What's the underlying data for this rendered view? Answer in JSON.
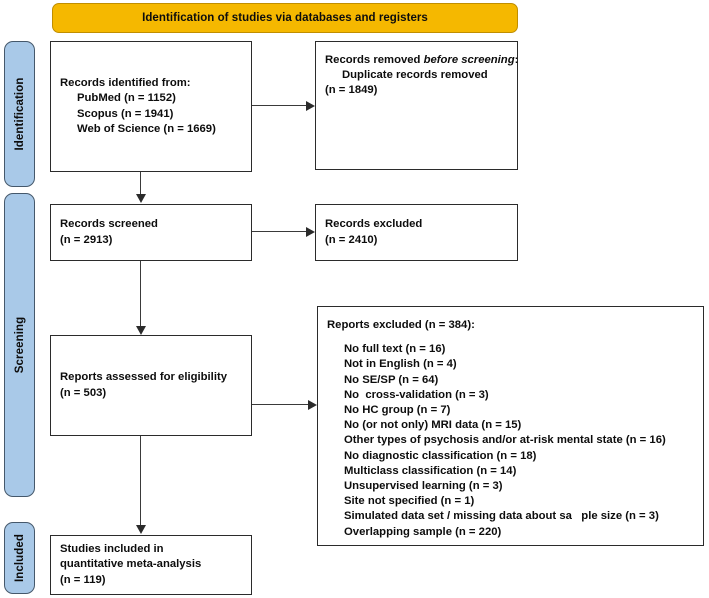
{
  "banner": {
    "title": "Identification of studies via databases and registers"
  },
  "stages": [
    {
      "id": "identification",
      "label": "Identification"
    },
    {
      "id": "screening",
      "label": "Screening"
    },
    {
      "id": "included",
      "label": "Included"
    }
  ],
  "boxes": {
    "records_identified": {
      "heading": "Records identified from:",
      "sources": [
        "PubMed (n = 1152)",
        "Scopus (n = 1941)",
        "Web of Science (n = 1669)"
      ]
    },
    "records_removed": {
      "heading_part1": "Records removed ",
      "heading_italic": "before screening",
      "heading_part2": ":",
      "line_plain": "Records removed ",
      "detail": "Duplicate records removed",
      "count": "(n = 1849)"
    },
    "records_screened": {
      "label": "Records screened",
      "count": "(n = 2913)"
    },
    "records_excluded": {
      "label": "Records excluded",
      "count": "(n = 2410)"
    },
    "reports_assessed": {
      "label": "Reports assessed for eligibility",
      "count": "(n = 503)"
    },
    "reports_excluded": {
      "heading": "Reports excluded (n = 384):",
      "reasons": [
        "No full text (n = 16)",
        "Not in English (n = 4)",
        "No SE/SP (n = 64)",
        "No  cross-validation (n = 3)",
        "No HC group (n = 7)",
        "No (or not only) MRI data (n = 15)",
        "Other types of psychosis and/or at-risk mental state (n = 16)",
        "No diagnostic classification (n = 18)",
        "Multiclass classification (n = 14)",
        "Unsupervised learning (n = 3)",
        "Site not specified (n = 1)",
        "Simulated data set / missing data about sa   ple size (n = 3)",
        "Overlapping sample (n = 220)"
      ]
    },
    "studies_included": {
      "line1": "Studies included in",
      "line2": "quantitative meta-analysis",
      "count": "(n = 119)"
    }
  },
  "colors": {
    "banner_fill": "#F5B800",
    "stage_fill": "#A9C9E8",
    "box_border": "#2b2b2b",
    "connector": "#3a3a3a"
  }
}
